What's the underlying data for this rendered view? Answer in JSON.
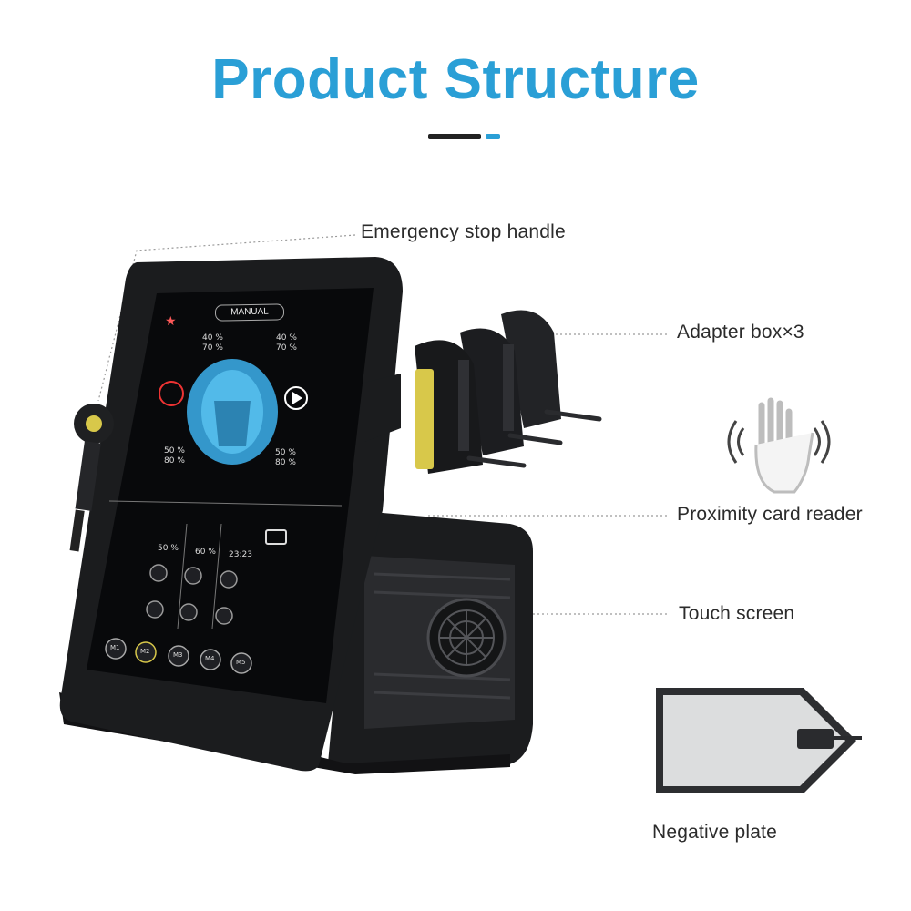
{
  "title": "Product Structure",
  "colors": {
    "title": "#2a9fd6",
    "accent": "#2a9fd6",
    "device_body": "#1b1c1e",
    "screen_face": "#3aa7e0",
    "handle_gold": "#d8c84a"
  },
  "labels": {
    "emergency_stop": "Emergency stop handle",
    "adapter_box": "Adapter box×3",
    "proximity_reader": "Proximity card reader",
    "touch_screen": "Touch screen",
    "negative_plate": "Negative plate"
  },
  "screen": {
    "mode": "MANUAL",
    "top_left": [
      "40 %",
      "70 %"
    ],
    "top_right": [
      "40 %",
      "70 %"
    ],
    "mid_left": [
      "50 %",
      "80 %"
    ],
    "mid_right": [
      "50 %",
      "80 %"
    ],
    "bottom_values": [
      "50 %",
      "60 %",
      "23:23"
    ],
    "mode_buttons": [
      "M1",
      "M2",
      "M3",
      "M4",
      "M5"
    ]
  },
  "icons": {
    "device": "device-icon",
    "hand": "hand-proximity-icon",
    "plate": "electrode-plate-icon"
  }
}
